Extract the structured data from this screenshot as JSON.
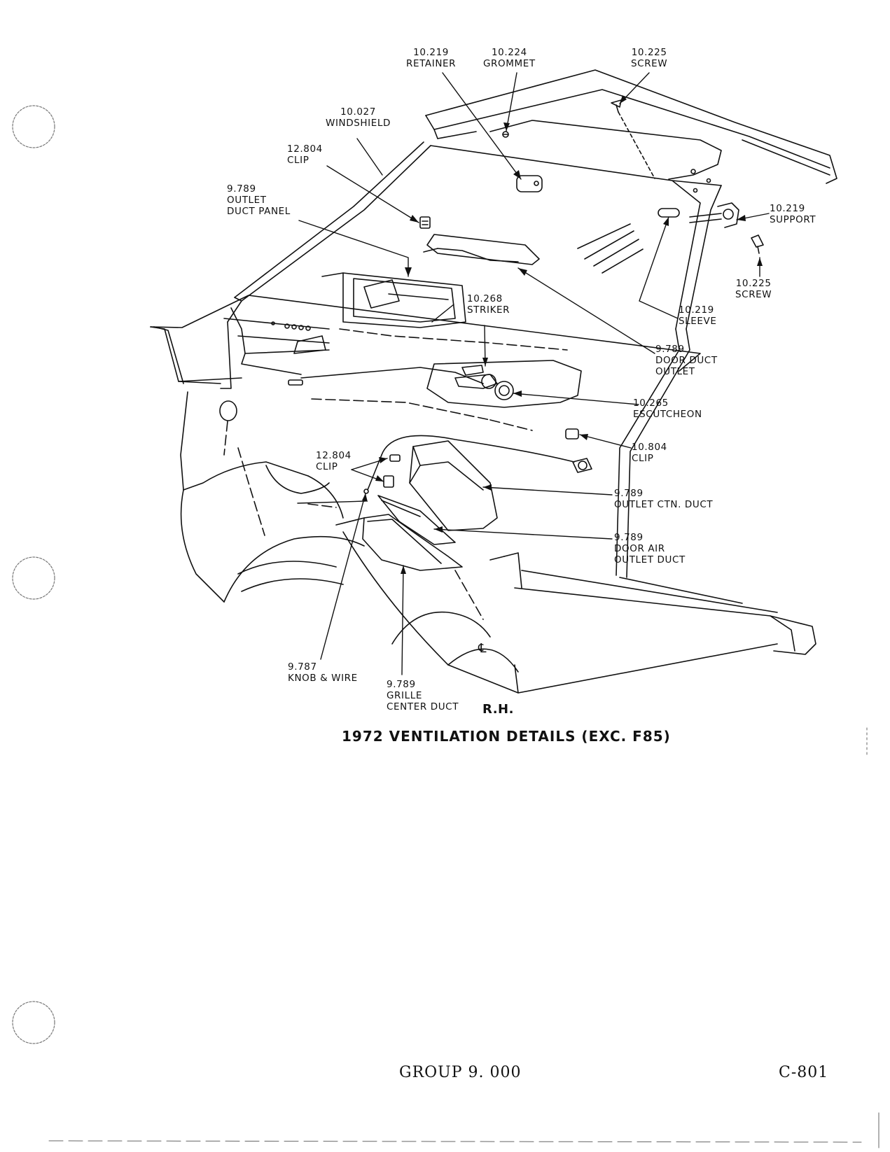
{
  "callouts": {
    "retainer_top": {
      "number": "10.219",
      "name": "RETAINER"
    },
    "grommet": {
      "number": "10.224",
      "name": "GROMMET"
    },
    "screw_top": {
      "number": "10.225",
      "name": "SCREW"
    },
    "windshield": {
      "number": "10.027",
      "name": "WINDSHIELD"
    },
    "clip_upper": {
      "number": "12.804",
      "name": "CLIP"
    },
    "outlet_duct_panel": {
      "number": "9.789",
      "name_line1": "OUTLET",
      "name_line2": "DUCT PANEL"
    },
    "support": {
      "number": "10.219",
      "name": "SUPPORT"
    },
    "screw_right": {
      "number": "10.225",
      "name": "SCREW"
    },
    "striker": {
      "number": "10.268",
      "name": "STRIKER"
    },
    "sleeve": {
      "number": "10.219",
      "name": "SLEEVE"
    },
    "door_duct_outlet": {
      "number": "9.789",
      "name_line1": "DOOR DUCT",
      "name_line2": "OUTLET"
    },
    "escutcheon": {
      "number": "10.265",
      "name": "ESCUTCHEON"
    },
    "clip_right": {
      "number": "10.804",
      "name": "CLIP"
    },
    "clip_lower": {
      "number": "12.804",
      "name": "CLIP"
    },
    "outlet_ctn_duct": {
      "number": "9.789",
      "name": "OUTLET CTN. DUCT"
    },
    "door_air_outlet_duct": {
      "number": "9.789",
      "name_line1": "DOOR AIR",
      "name_line2": "OUTLET DUCT"
    },
    "knob_wire": {
      "number": "9.787",
      "name": "KNOB & WIRE"
    },
    "grille_center_duct": {
      "number": "9.789",
      "name_line1": "GRILLE",
      "name_line2": "CENTER DUCT"
    }
  },
  "centerline_symbol": "℄",
  "caption": {
    "side": "R.H.",
    "title": "1972 VENTILATION DETAILS (EXC. F85)"
  },
  "footer": {
    "group": "GROUP 9. 000",
    "page": "C-801"
  }
}
